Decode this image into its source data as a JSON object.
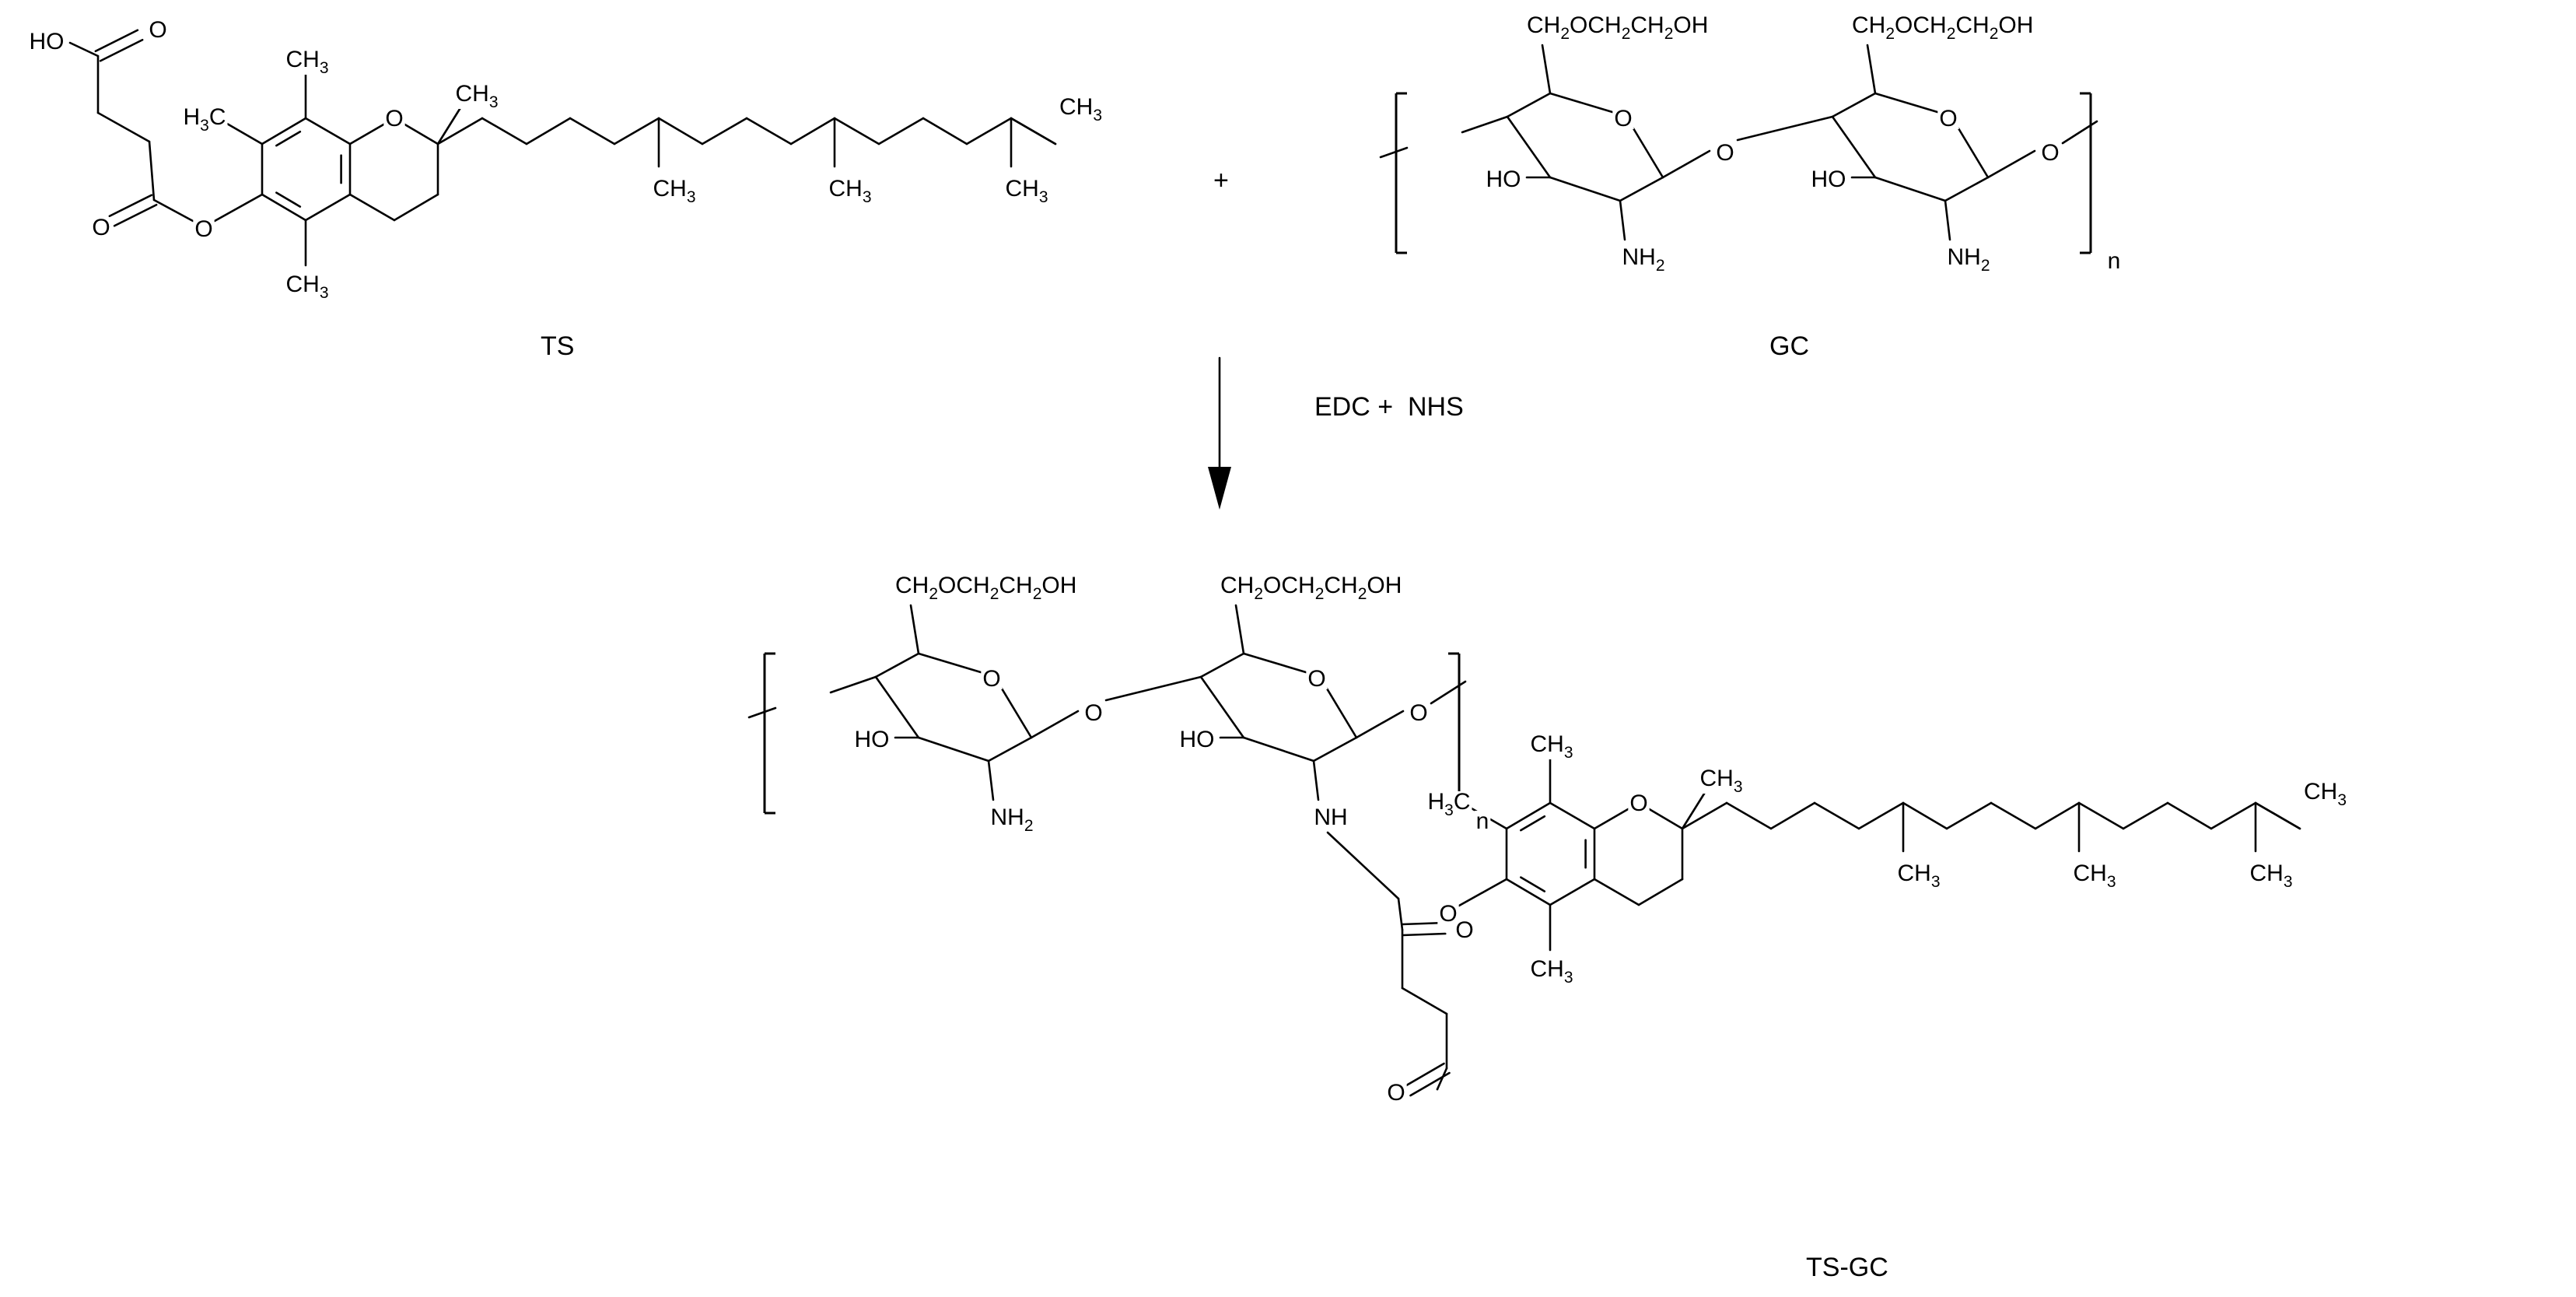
{
  "reactants": {
    "ts_label": "TS",
    "gc_label": "GC",
    "plus": "+"
  },
  "conditions": {
    "reagents": "EDC +  NHS"
  },
  "product": {
    "label": "TS-GC"
  },
  "polymer": {
    "repeat": "n"
  },
  "atoms": {
    "ho": "HO",
    "o": "O",
    "ch3": "CH3",
    "h3c": "H3C",
    "nh2": "NH2",
    "nh": "NH",
    "side_chain": "CH2OCH2CH2OH"
  },
  "colors": {
    "ink": "#000000",
    "background": "#ffffff"
  }
}
